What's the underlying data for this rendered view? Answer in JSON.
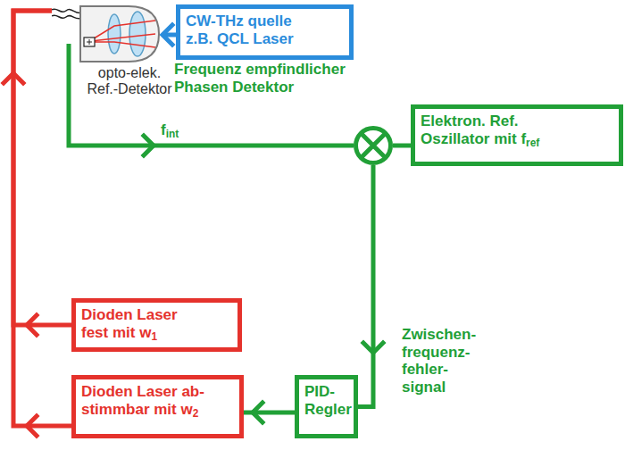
{
  "diagram": {
    "nodes": [
      {
        "text": [
          "opto-elek. Ref.-Detektor"
        ]
      },
      {
        "text": [
          "CW-THz quelle z.B. QCL Laser"
        ]
      },
      {
        "text": [
          "Frequenz empfindlicher Phasen Detektor"
        ]
      },
      {
        "text": [
          "Elektron. Ref. Oszillator mit fref"
        ]
      },
      {
        "text": [
          "Dioden Laser fest mit w1"
        ]
      },
      {
        "text": [
          "Dioden Laser ab- stimmbar mit w2"
        ]
      },
      {
        "text": [
          "PID- Regler"
        ]
      }
    ],
    "edges": [
      {
        "from": 1,
        "to": 0,
        "arrow": "to"
      },
      {
        "from": 0,
        "to": 2,
        "arrow": "to",
        "label": "fint"
      },
      {
        "from": 3,
        "to": 2,
        "arrow": "to"
      },
      {
        "from": 2,
        "to": 6,
        "arrow": "to",
        "label": "Zwischen- frequenz- fehler- signal"
      },
      {
        "from": 6,
        "to": 5,
        "arrow": "to"
      },
      {
        "from": 4,
        "to": 0,
        "arrow": "to"
      },
      {
        "from": 5,
        "to": 0,
        "arrow": "to"
      }
    ]
  }
}
